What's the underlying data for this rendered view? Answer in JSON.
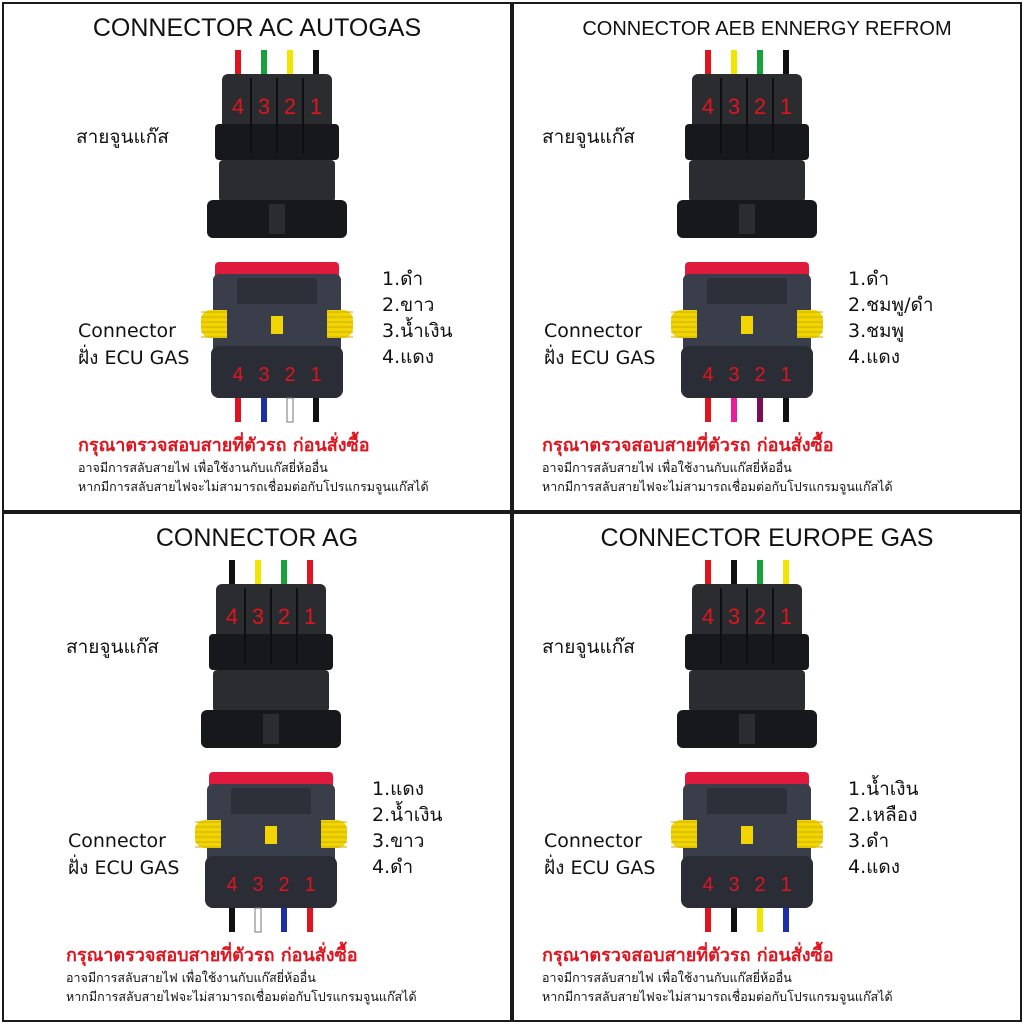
{
  "panels": [
    {
      "title": "CONNECTOR AC AUTOGAS",
      "injector_label": "สายจูนแก๊ส",
      "connector_label_1": "Connector",
      "connector_label_2": "ฝั่ง ECU GAS",
      "top_wires": [
        "#e0141e",
        "#18a23c",
        "#f2e600",
        "#111111"
      ],
      "bottom_wires": [
        "#e0141e",
        "#1a2fa8",
        "#ffffff",
        "#111111"
      ],
      "pin_numbers": [
        "4",
        "3",
        "2",
        "1"
      ],
      "pins": [
        "1.ดำ",
        "2.ขาว",
        "3.น้ำเงิน",
        "4.แดง"
      ],
      "warning": "กรุณาตรวจสอบสายที่ตัวรถ ก่อนสั่งซื้อ",
      "note_1": "อาจมีการสลับสายไฟ เพื่อใช้งานกับแก๊สยี่ห้ออื่น",
      "note_2": "หากมีการสลับสายไฟจะไม่สามารถเชื่อมต่อกับโปรแกรมจูนแก๊สได้"
    },
    {
      "title": "CONNECTOR AEB ENNERGY REFROM",
      "injector_label": "สายจูนแก๊ส",
      "connector_label_1": "Connector",
      "connector_label_2": "ฝั่ง ECU GAS",
      "top_wires": [
        "#e0141e",
        "#f2e600",
        "#18a23c",
        "#111111"
      ],
      "bottom_wires": [
        "#e0141e",
        "#e61e9a",
        "#7a0f55",
        "#111111"
      ],
      "pin_numbers": [
        "4",
        "3",
        "2",
        "1"
      ],
      "pins": [
        "1.ดำ",
        "2.ชมพู/ดำ",
        "3.ชมพู",
        "4.แดง"
      ],
      "warning": "กรุณาตรวจสอบสายที่ตัวรถ ก่อนสั่งซื้อ",
      "note_1": "อาจมีการสลับสายไฟ เพื่อใช้งานกับแก๊สยี่ห้ออื่น",
      "note_2": "หากมีการสลับสายไฟจะไม่สามารถเชื่อมต่อกับโปรแกรมจูนแก๊สได้"
    },
    {
      "title": "CONNECTOR AG",
      "injector_label": "สายจูนแก๊ส",
      "connector_label_1": "Connector",
      "connector_label_2": "ฝั่ง ECU GAS",
      "top_wires": [
        "#111111",
        "#f2e600",
        "#18a23c",
        "#e0141e"
      ],
      "bottom_wires": [
        "#111111",
        "#ffffff",
        "#1a2fa8",
        "#e0141e"
      ],
      "pin_numbers": [
        "4",
        "3",
        "2",
        "1"
      ],
      "pins": [
        "1.แดง",
        "2.น้ำเงิน",
        "3.ขาว",
        "4.ดำ"
      ],
      "warning": "กรุณาตรวจสอบสายที่ตัวรถ ก่อนสั่งซื้อ",
      "note_1": "อาจมีการสลับสายไฟ เพื่อใช้งานกับแก๊สยี่ห้ออื่น",
      "note_2": "หากมีการสลับสายไฟจะไม่สามารถเชื่อมต่อกับโปรแกรมจูนแก๊สได้"
    },
    {
      "title": "CONNECTOR EUROPE GAS",
      "injector_label": "สายจูนแก๊ส",
      "connector_label_1": "Connector",
      "connector_label_2": "ฝั่ง ECU GAS",
      "top_wires": [
        "#e0141e",
        "#111111",
        "#18a23c",
        "#f2e600"
      ],
      "bottom_wires": [
        "#e0141e",
        "#111111",
        "#f2e600",
        "#1a2fa8"
      ],
      "pin_numbers": [
        "4",
        "3",
        "2",
        "1"
      ],
      "pins": [
        "1.น้ำเงิน",
        "2.เหลือง",
        "3.ดำ",
        "4.แดง"
      ],
      "warning": "กรุณาตรวจสอบสายที่ตัวรถ ก่อนสั่งซื้อ",
      "note_1": "อาจมีการสลับสายไฟ เพื่อใช้งานกับแก๊สยี่ห้ออื่น",
      "note_2": "หากมีการสลับสายไฟจะไม่สามารถเชื่อมต่อกับโปรแกรมจูนแก๊สได้"
    }
  ],
  "colors": {
    "connector_body": "#2a2c30",
    "connector_dark": "#17181b",
    "seal_yellow": "#f2d400",
    "cap_red": "#e01a3c",
    "pin_number": "#e0141e"
  }
}
